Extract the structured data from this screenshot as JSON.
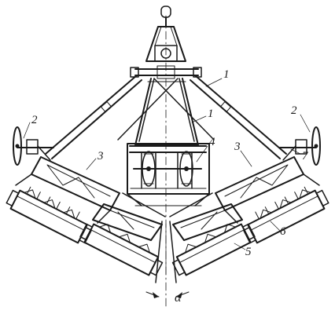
{
  "callouts": {
    "tie_bar_upper": "1",
    "tie_bar_lower": "1",
    "wheel_left": "2",
    "wheel_right": "2",
    "frame_left": "3",
    "frame_right": "3",
    "center_wheels": "4",
    "section_joint": "5",
    "disc_battery": "6",
    "support_strut": "7",
    "angle_alpha": "α"
  },
  "colors": {
    "ink": "#1a1a1a",
    "paper": "#ffffff"
  }
}
